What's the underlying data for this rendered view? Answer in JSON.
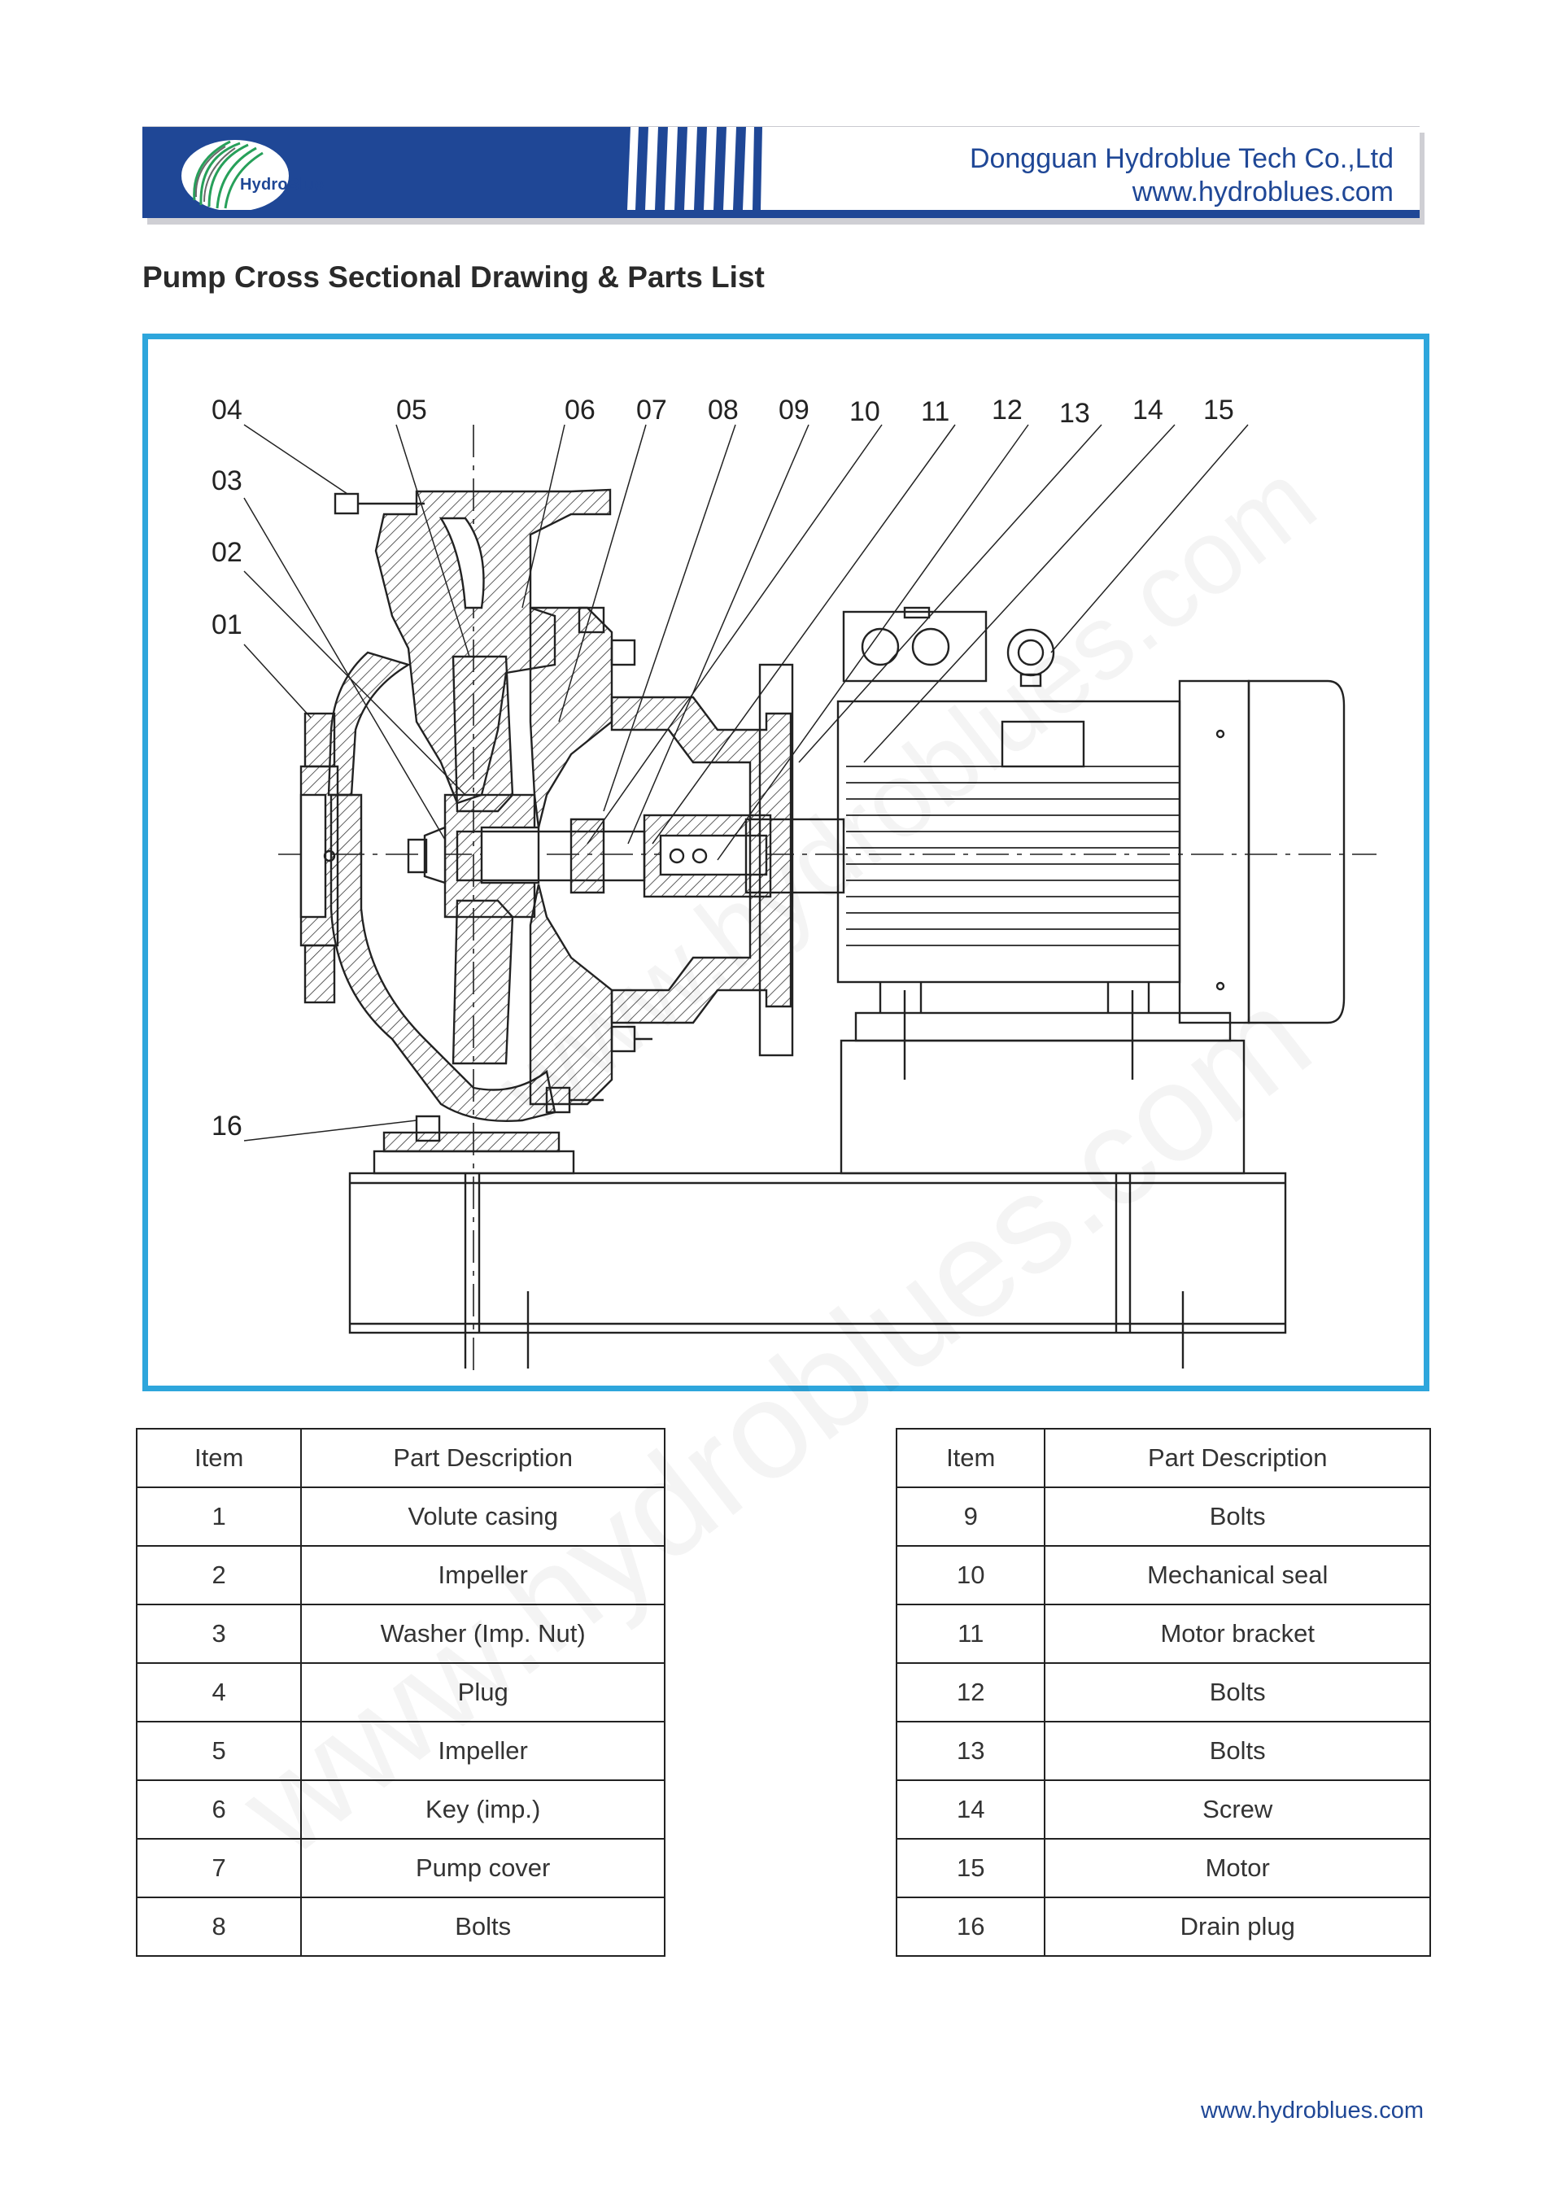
{
  "header": {
    "logo_text": "HydroBlue",
    "company_name": "Dongguan Hydroblue Tech Co.,Ltd",
    "website": "www.hydroblues.com",
    "brand_color": "#1f4796",
    "frame_color": "#2ea6dc"
  },
  "title": "Pump Cross Sectional Drawing & Parts List",
  "drawing": {
    "callouts": [
      "04",
      "05",
      "06",
      "07",
      "08",
      "09",
      "10",
      "11",
      "12",
      "13",
      "14",
      "15",
      "03",
      "02",
      "01",
      "16"
    ],
    "watermark": "www.hydroblues.com"
  },
  "parts_table": {
    "headers": {
      "item": "Item",
      "description": "Part Description"
    },
    "left": [
      {
        "item": "1",
        "description": "Volute casing"
      },
      {
        "item": "2",
        "description": "Impeller"
      },
      {
        "item": "3",
        "description": "Washer (Imp. Nut)"
      },
      {
        "item": "4",
        "description": "Plug"
      },
      {
        "item": "5",
        "description": "Impeller"
      },
      {
        "item": "6",
        "description": "Key (imp.)"
      },
      {
        "item": "7",
        "description": "Pump cover"
      },
      {
        "item": "8",
        "description": "Bolts"
      }
    ],
    "right": [
      {
        "item": "9",
        "description": "Bolts"
      },
      {
        "item": "10",
        "description": "Mechanical seal"
      },
      {
        "item": "11",
        "description": "Motor bracket"
      },
      {
        "item": "12",
        "description": "Bolts"
      },
      {
        "item": "13",
        "description": "Bolts"
      },
      {
        "item": "14",
        "description": "Screw"
      },
      {
        "item": "15",
        "description": "Motor"
      },
      {
        "item": "16",
        "description": "Drain plug"
      }
    ]
  },
  "footer": {
    "website": "www.hydroblues.com"
  }
}
